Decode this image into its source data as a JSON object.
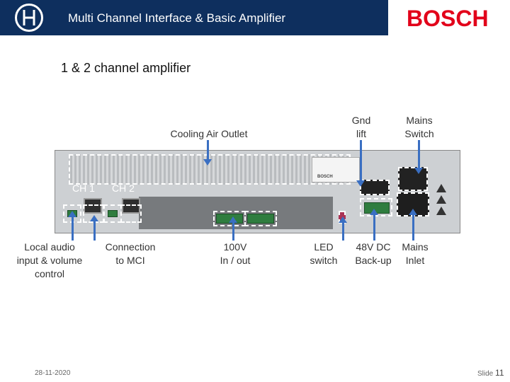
{
  "header": {
    "title": "Multi Channel Interface & Basic Amplifier",
    "brand": "BOSCH",
    "colors": {
      "bar": "#0e2f5e",
      "brand": "#e2001a"
    }
  },
  "subtitle": "1 & 2 channel amplifier",
  "device": {
    "ch1_label": "CH 1",
    "ch2_label": "CH 2",
    "sticker_brand": "BOSCH"
  },
  "labels": {
    "cooling": "Cooling Air Outlet",
    "gnd_lift_1": "Gnd",
    "gnd_lift_2": "lift",
    "mains_switch_1": "Mains",
    "mains_switch_2": "Switch",
    "local_audio_1": "Local audio",
    "local_audio_2": "input & volume",
    "local_audio_3": "control",
    "connection_1": "Connection",
    "connection_2": "to MCI",
    "v100_1": "100V",
    "v100_2": "In / out",
    "led_1": "LED",
    "led_2": "switch",
    "dc48_1": "48V DC",
    "dc48_2": "Back-up",
    "mains_inlet_1": "Mains",
    "mains_inlet_2": "Inlet"
  },
  "footer": {
    "date": "28-11-2020",
    "slide_label": "Slide",
    "slide_number": "11"
  }
}
